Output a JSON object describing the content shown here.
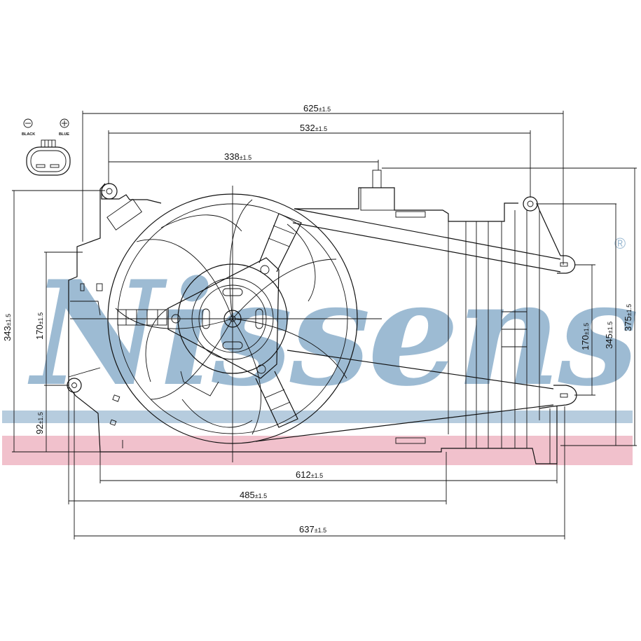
{
  "watermark": {
    "text": "Nissens",
    "registered_mark": "®",
    "color": "#9dbbd3",
    "band_blue": "#a9c3d8",
    "band_pink": "#eeb6c3"
  },
  "connector": {
    "minus_symbol": "⊖",
    "plus_symbol": "⊕",
    "minus_label": "BLACK",
    "plus_label": "BLUE"
  },
  "dimensions": {
    "top": [
      {
        "value": "625",
        "tol": "±1.5"
      },
      {
        "value": "532",
        "tol": "±1.5"
      },
      {
        "value": "338",
        "tol": "±1.5"
      }
    ],
    "bottom": [
      {
        "value": "612",
        "tol": "±1.5"
      },
      {
        "value": "485",
        "tol": "±1.5"
      },
      {
        "value": "637",
        "tol": "±1.5"
      }
    ],
    "left": [
      {
        "value": "343",
        "tol": "±1.5"
      },
      {
        "value": "170",
        "tol": "±1.5"
      },
      {
        "value": "92",
        "tol": "±1.5"
      }
    ],
    "right": [
      {
        "value": "170",
        "tol": "±1.5"
      },
      {
        "value": "345",
        "tol": "±1.5"
      },
      {
        "value": "375",
        "tol": "±1.5"
      }
    ]
  }
}
